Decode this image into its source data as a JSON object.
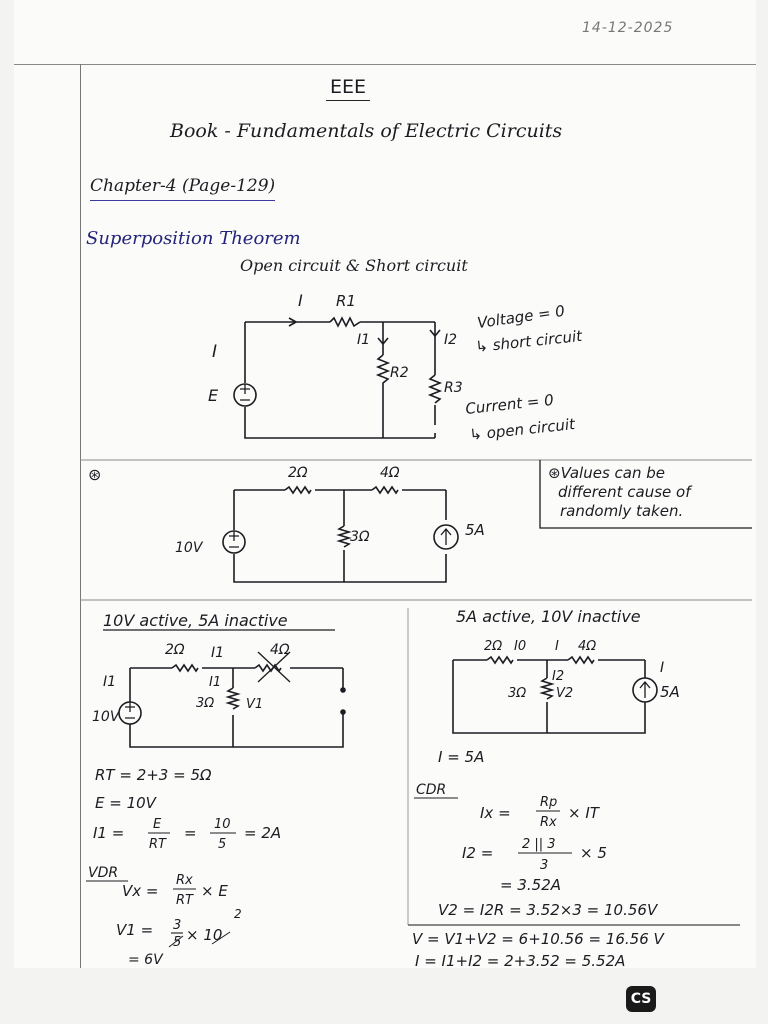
{
  "header": {
    "date": "14-12-2025",
    "subject": "EEE",
    "book": "Book - Fundamentals of Electric Circuits",
    "chapter": "Chapter-4 (Page-129)",
    "topic": "Superposition Theorem",
    "subtopic": "Open circuit & Short circuit"
  },
  "intro_circuit": {
    "source": "E",
    "current_left": "I",
    "current_top": "I",
    "r1": "R1",
    "r2": "R2",
    "r3": "R3",
    "i1": "I1",
    "i2": "I2",
    "note_voltage": "Voltage = 0",
    "note_short": "↳ short circuit",
    "note_current": "Current = 0",
    "note_open": "↳ open circuit"
  },
  "example_circuit": {
    "mark": "⊛",
    "r_a": "2Ω",
    "r_b": "4Ω",
    "r_c": "3Ω",
    "v_source": "10V",
    "i_source": "5A",
    "note_line1": "⊛Values can be",
    "note_line2": "different cause of",
    "note_line3": "randomly taken."
  },
  "left": {
    "title": "10V active, 5A inactive",
    "lbl_2": "2Ω",
    "lbl_I1": "I1",
    "lbl_4": "4Ω",
    "lbl_Iin": "I1",
    "lbl_3": "3Ω",
    "lbl_V1": "V1",
    "lbl_10V": "10V",
    "lbl_I1b": "I1",
    "eq1": "RT = 2+3 = 5Ω",
    "eq2": "E = 10V",
    "eq3_lhs": "I1 =",
    "eq3_frac_n": "E",
    "eq3_frac_d": "RT",
    "eq3_mid": "=",
    "eq3_n2": "10",
    "eq3_d2": "5",
    "eq3_res": "= 2A",
    "vdr": "VDR",
    "eq4_lhs": "Vx =",
    "eq4_n": "Rx",
    "eq4_d": "RT",
    "eq4_res": "× E",
    "eq5_lhs": "V1 =",
    "eq5_n": "3",
    "eq5_d": "5",
    "eq5_res": "× 10",
    "eq5_sup": "2",
    "eq6": "= 6V"
  },
  "right": {
    "title": "5A active, 10V inactive",
    "lbl_2": "2Ω",
    "lbl_I0": "I0",
    "lbl_I": "I",
    "lbl_4": "4Ω",
    "lbl_I2": "I2",
    "lbl_3": "3Ω",
    "lbl_V2": "V2",
    "lbl_Ir": "I",
    "lbl_5A": "5A",
    "eq1": "I = 5A",
    "cdr": "CDR",
    "eq2_lhs": "Ix =",
    "eq2_n": "Rp",
    "eq2_d": "Rx",
    "eq2_res": "× IT",
    "eq3_lhs": "I2 =",
    "eq3_n": "2 || 3",
    "eq3_d": "3",
    "eq3_res": "× 5",
    "eq4": "= 3.52A",
    "eq5": "V2 = I2R = 3.52×3 = 10.56V"
  },
  "final": {
    "eq1": "V = V1+V2 = 6+10.56 = 16.56 V",
    "eq2": "I = I1+I2 = 2+3.52 = 5.52A"
  },
  "badge": {
    "label": "CS"
  }
}
